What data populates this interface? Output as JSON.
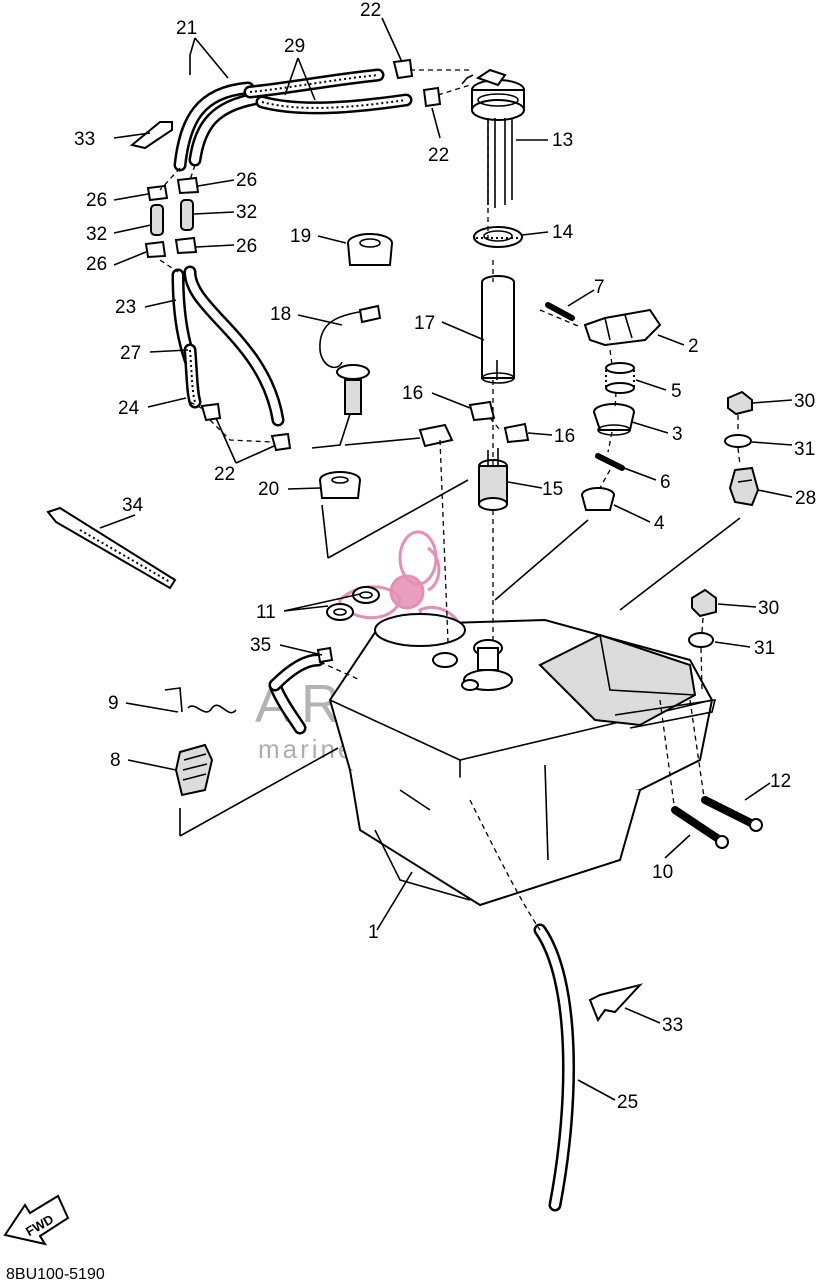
{
  "diagram": {
    "reference_code": "8BU100-5190",
    "fwd_label": "FWD",
    "watermark": {
      "brand": "ARMADA",
      "tagline": "marine outboards",
      "color": "#e58fb5"
    },
    "callouts": [
      {
        "id": "c1",
        "label": "1"
      },
      {
        "id": "c2",
        "label": "2"
      },
      {
        "id": "c3",
        "label": "3"
      },
      {
        "id": "c4",
        "label": "4"
      },
      {
        "id": "c5",
        "label": "5"
      },
      {
        "id": "c6",
        "label": "6"
      },
      {
        "id": "c7",
        "label": "7"
      },
      {
        "id": "c8",
        "label": "8"
      },
      {
        "id": "c9",
        "label": "9"
      },
      {
        "id": "c10",
        "label": "10"
      },
      {
        "id": "c11",
        "label": "11"
      },
      {
        "id": "c12",
        "label": "12"
      },
      {
        "id": "c13",
        "label": "13"
      },
      {
        "id": "c14",
        "label": "14"
      },
      {
        "id": "c15",
        "label": "15"
      },
      {
        "id": "c16a",
        "label": "16"
      },
      {
        "id": "c16b",
        "label": "16"
      },
      {
        "id": "c17",
        "label": "17"
      },
      {
        "id": "c18",
        "label": "18"
      },
      {
        "id": "c19",
        "label": "19"
      },
      {
        "id": "c20",
        "label": "20"
      },
      {
        "id": "c21",
        "label": "21"
      },
      {
        "id": "c22a",
        "label": "22"
      },
      {
        "id": "c22b",
        "label": "22"
      },
      {
        "id": "c22c",
        "label": "22"
      },
      {
        "id": "c23",
        "label": "23"
      },
      {
        "id": "c24",
        "label": "24"
      },
      {
        "id": "c25",
        "label": "25"
      },
      {
        "id": "c26a",
        "label": "26"
      },
      {
        "id": "c26b",
        "label": "26"
      },
      {
        "id": "c26c",
        "label": "26"
      },
      {
        "id": "c26d",
        "label": "26"
      },
      {
        "id": "c27",
        "label": "27"
      },
      {
        "id": "c28",
        "label": "28"
      },
      {
        "id": "c29",
        "label": "29"
      },
      {
        "id": "c30a",
        "label": "30"
      },
      {
        "id": "c30b",
        "label": "30"
      },
      {
        "id": "c31a",
        "label": "31"
      },
      {
        "id": "c31b",
        "label": "31"
      },
      {
        "id": "c32a",
        "label": "32"
      },
      {
        "id": "c32b",
        "label": "32"
      },
      {
        "id": "c33a",
        "label": "33"
      },
      {
        "id": "c33b",
        "label": "33"
      },
      {
        "id": "c34",
        "label": "34"
      },
      {
        "id": "c35",
        "label": "35"
      }
    ]
  }
}
